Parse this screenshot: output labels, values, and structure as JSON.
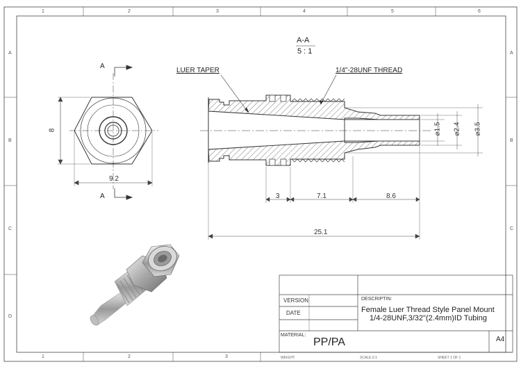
{
  "border": {
    "columns_top": [
      "1",
      "2",
      "3",
      "4",
      "5",
      "6"
    ],
    "columns_bottom": [
      "1",
      "2",
      "3"
    ],
    "rows_left": [
      "A",
      "B",
      "C",
      "D"
    ],
    "rows_right": [
      "A",
      "B",
      "C"
    ]
  },
  "section": {
    "name": "A-A",
    "scale": "5 : 1",
    "marker": "A"
  },
  "notes": {
    "luer_taper": "LUER TAPER",
    "thread": "1/4\"-28UNF THREAD"
  },
  "dimensions": {
    "hex_height": "8",
    "hex_width": "9.2",
    "seg_a": "3",
    "seg_b": "7.1",
    "seg_c": "8.6",
    "total_length": "25.1",
    "dia_1": "⌀1.5",
    "dia_2": "⌀2.4",
    "dia_3": "⌀3.5"
  },
  "title_block": {
    "descriptin_label": "DESCRIPTIN:",
    "version_label": "VERSION",
    "date_label": "DATE",
    "material_label": "MATERIAL:",
    "material_value": "PP/PA",
    "description_line1": "Female Luer Thread Style Panel Mount",
    "description_line2": "1/4-28UNF,3/32\"(2.4mm)ID Tubing",
    "size": "A4",
    "weight_label": "WEIGHT:",
    "scale_label": "SCALE:3:1",
    "sheet_label": "SHEET 1 OF 1"
  },
  "colors": {
    "line": "#333333",
    "hatch": "#555555",
    "border": "#444444"
  }
}
